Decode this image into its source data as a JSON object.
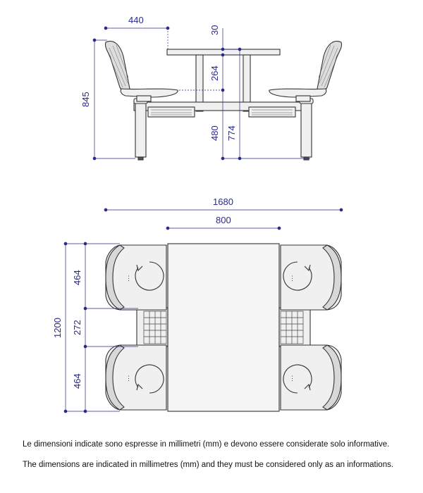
{
  "side_view": {
    "dimensions": {
      "seat_offset": "440",
      "top_thickness": "30",
      "top_to_seat": "264",
      "overall_height": "845",
      "seat_height": "480",
      "table_height": "774"
    }
  },
  "plan_view": {
    "dimensions": {
      "overall_length": "1680",
      "table_width": "800",
      "overall_depth": "1200",
      "seat_depth_top": "464",
      "center_gap": "272",
      "seat_depth_bottom": "464"
    }
  },
  "notes": {
    "italian": "Le dimensioni indicate sono espresse in millimetri (mm) e devono essere considerate solo informative.",
    "english": "The dimensions are indicated in millimetres (mm) and they must be considered only as an informations."
  },
  "colors": {
    "dimension": "#2a2a8a",
    "line": "#333333",
    "fill": "#f0f0f0"
  }
}
